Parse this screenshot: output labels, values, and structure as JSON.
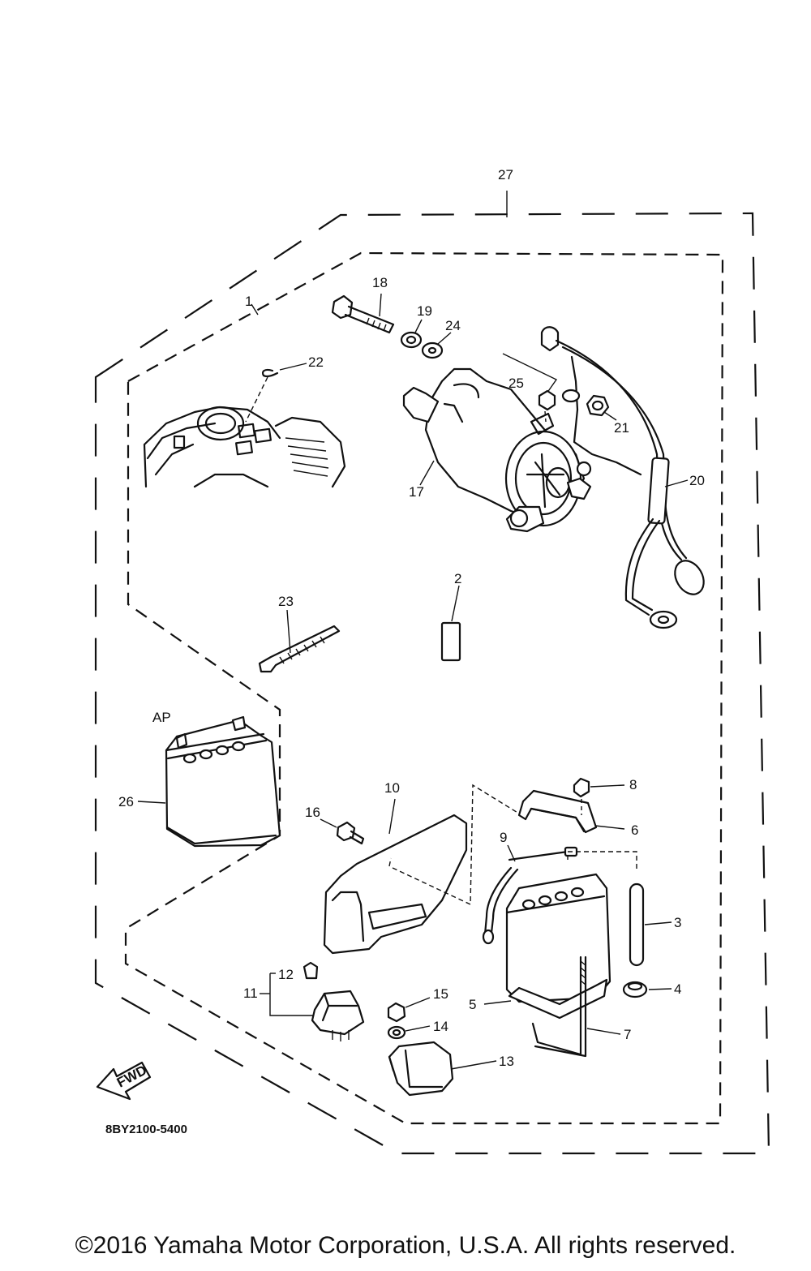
{
  "callouts": {
    "c1": "1",
    "c2": "2",
    "c3": "3",
    "c4": "4",
    "c5": "5",
    "c6": "6",
    "c7": "7",
    "c8": "8",
    "c9": "9",
    "c10": "10",
    "c11": "11",
    "c12": "12",
    "c13": "13",
    "c14": "14",
    "c15": "15",
    "c16": "16",
    "c17": "17",
    "c18": "18",
    "c19": "19",
    "c20": "20",
    "c21": "21",
    "c22": "22",
    "c23": "23",
    "c24": "24",
    "c25": "25",
    "c26": "26",
    "c27": "27"
  },
  "labels": {
    "ap": "AP",
    "fwd": "FWD",
    "diagram_code": "8BY2100-5400"
  },
  "footer": {
    "copyright": "©2016 Yamaha Motor Corporation, U.S.A. All rights reserved."
  }
}
